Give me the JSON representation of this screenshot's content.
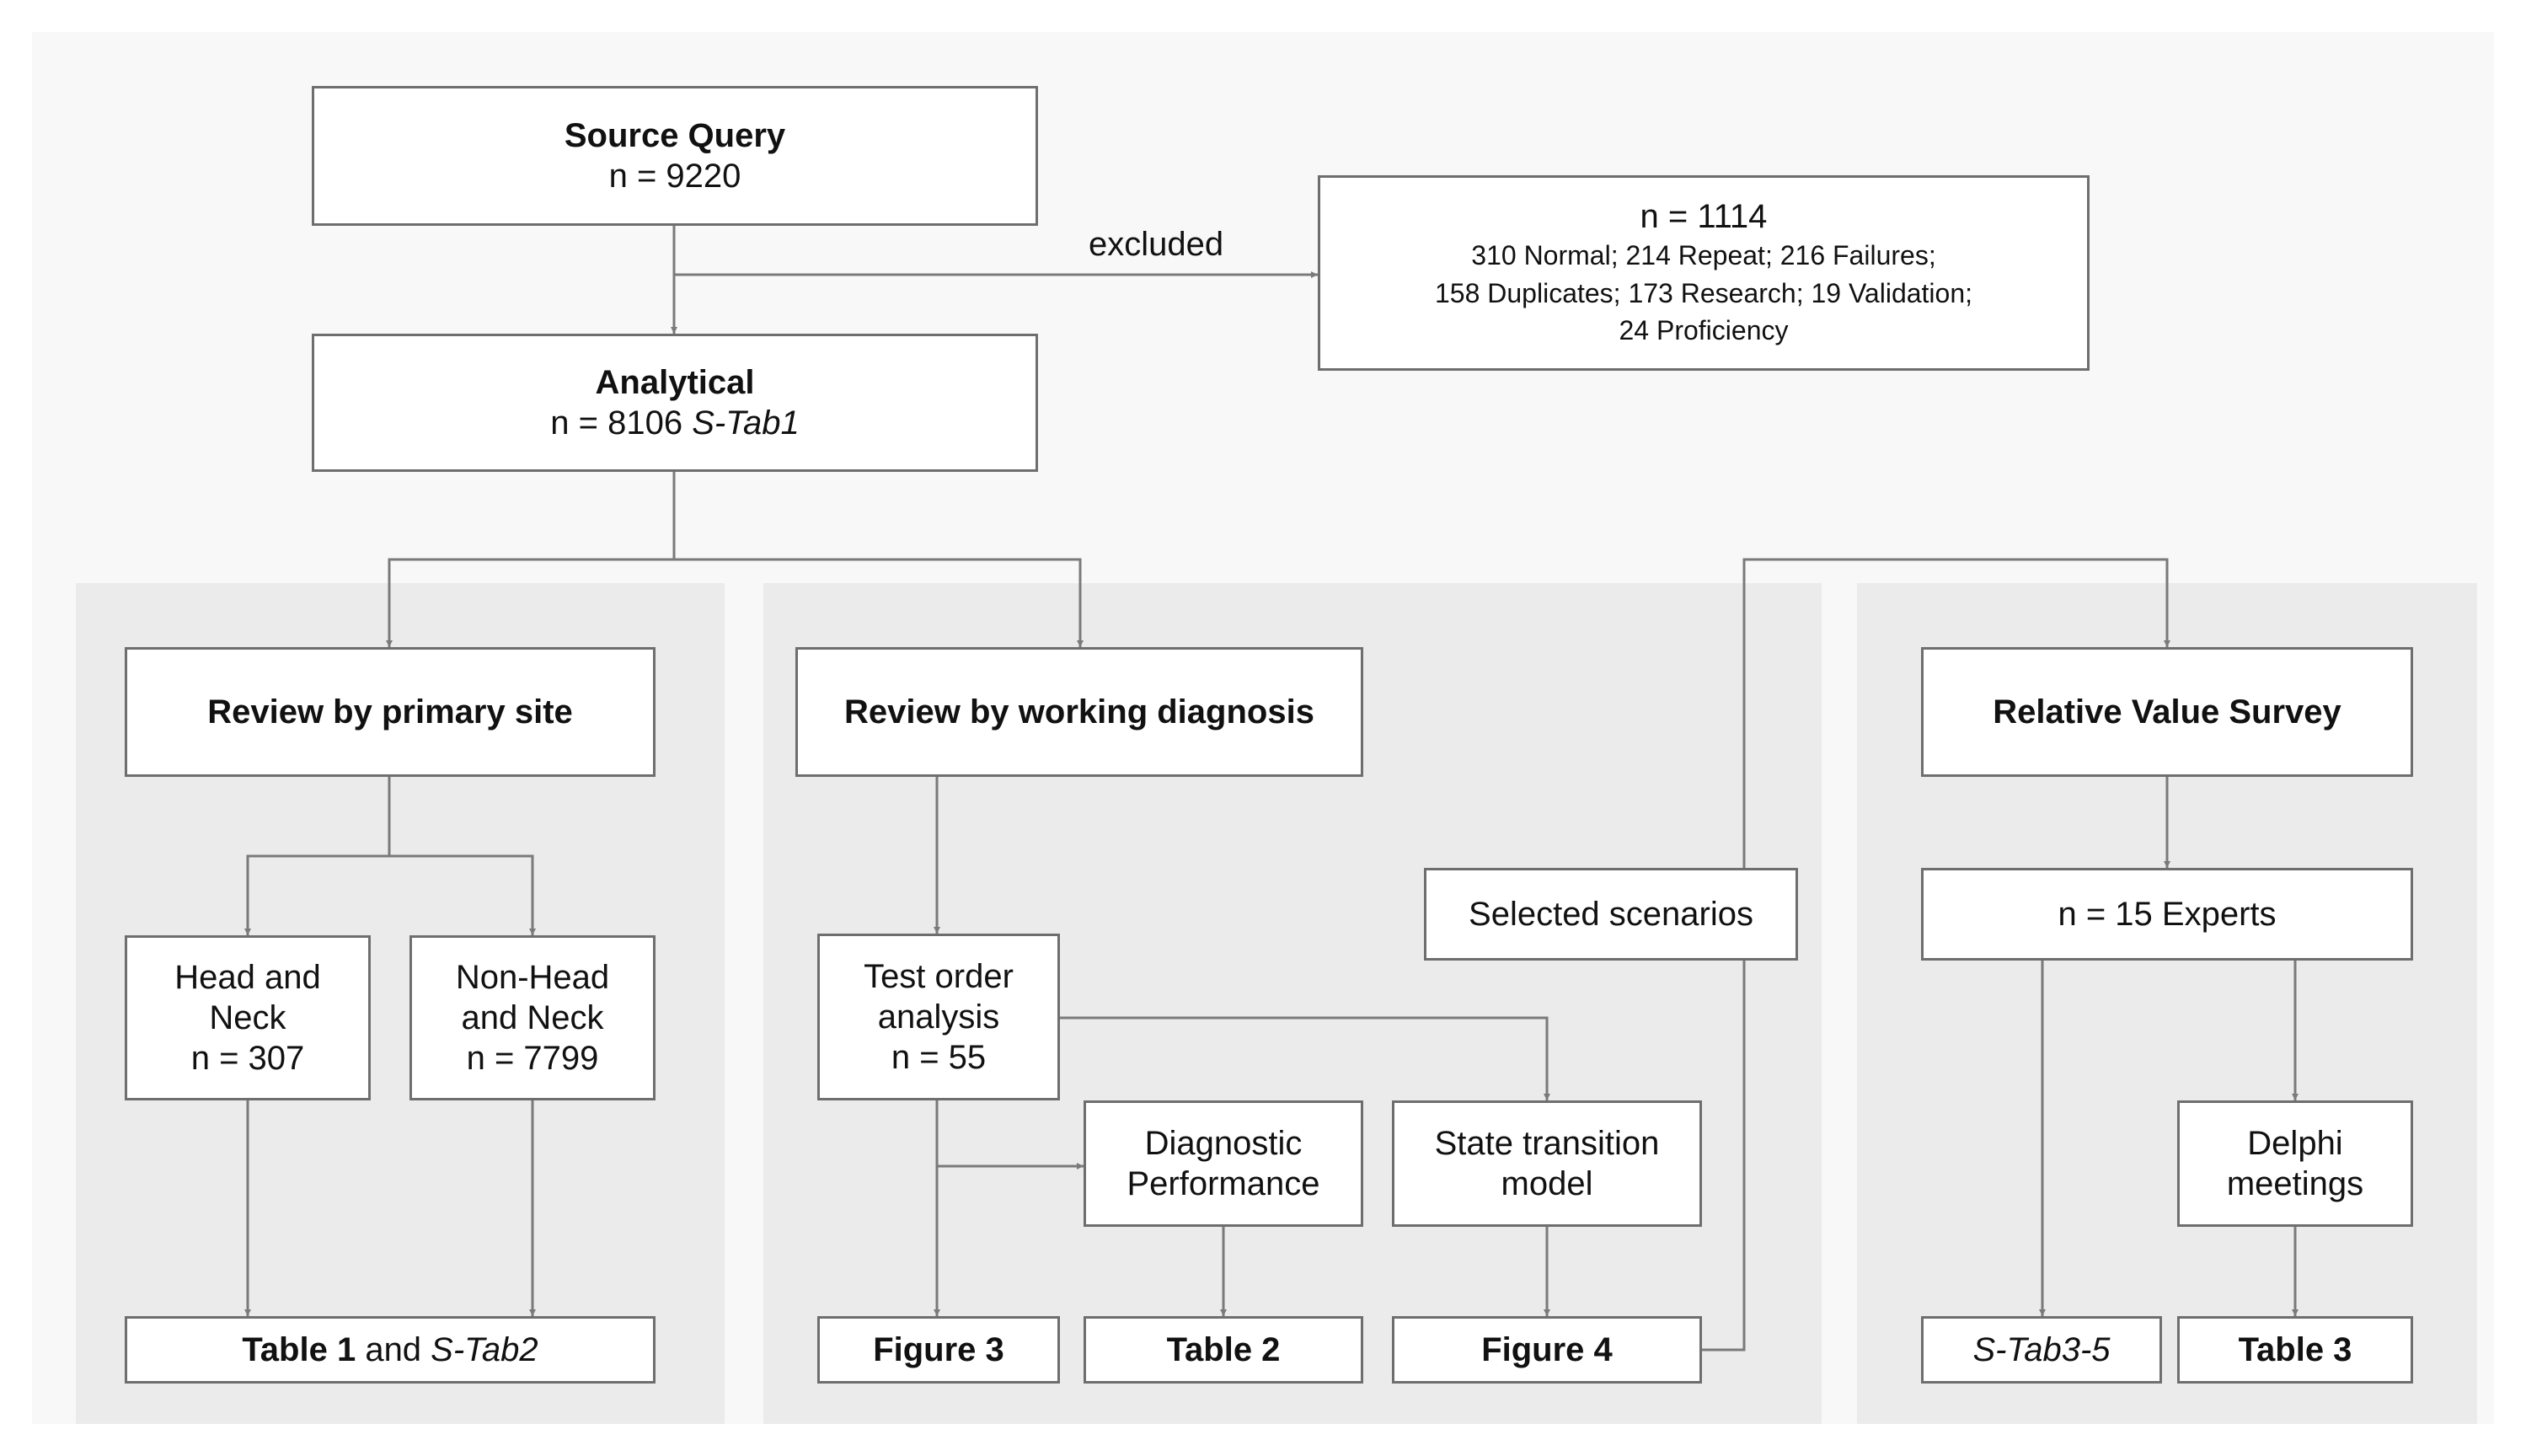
{
  "nodes": {
    "source": {
      "title": "Source Query",
      "count": "n = 9220"
    },
    "excluded_label": "excluded",
    "excluded": {
      "count": "n = 1114",
      "line1": "310 Normal; 214 Repeat; 216 Failures;",
      "line2": "158 Duplicates; 173 Research; 19 Validation;",
      "line3": "24 Proficiency"
    },
    "analytical": {
      "title": "Analytical",
      "count": "n = 8106",
      "ref": "S-Tab1"
    },
    "primary_site": "Review by primary site",
    "working_diagnosis": "Review by working diagnosis",
    "relative_value_survey": "Relative Value Survey",
    "head_neck": {
      "line1": "Head and",
      "line2": "Neck",
      "count": "n = 307"
    },
    "non_head_neck": {
      "line1": "Non-Head",
      "line2": "and Neck",
      "count": "n = 7799"
    },
    "test_order": {
      "line1": "Test order",
      "line2": "analysis",
      "count": "n = 55"
    },
    "selected_scenarios": "Selected scenarios",
    "diagnostic_performance": {
      "line1": "Diagnostic",
      "line2": "Performance"
    },
    "state_transition": {
      "line1": "State transition",
      "line2": "model"
    },
    "experts": "n = 15 Experts",
    "delphi": {
      "line1": "Delphi",
      "line2": "meetings"
    },
    "table1": {
      "bold": "Table 1",
      "middle": " and ",
      "italic": "S-Tab2"
    },
    "figure3": "Figure 3",
    "table2": "Table 2",
    "figure4": "Figure 4",
    "stab35": "S-Tab3-5",
    "table3": "Table 3"
  },
  "colors": {
    "line": "#7a7a7a",
    "box_border": "#6e6e6e",
    "panel_bg": "#ebebeb",
    "outer_bg": "#f8f8f8"
  }
}
